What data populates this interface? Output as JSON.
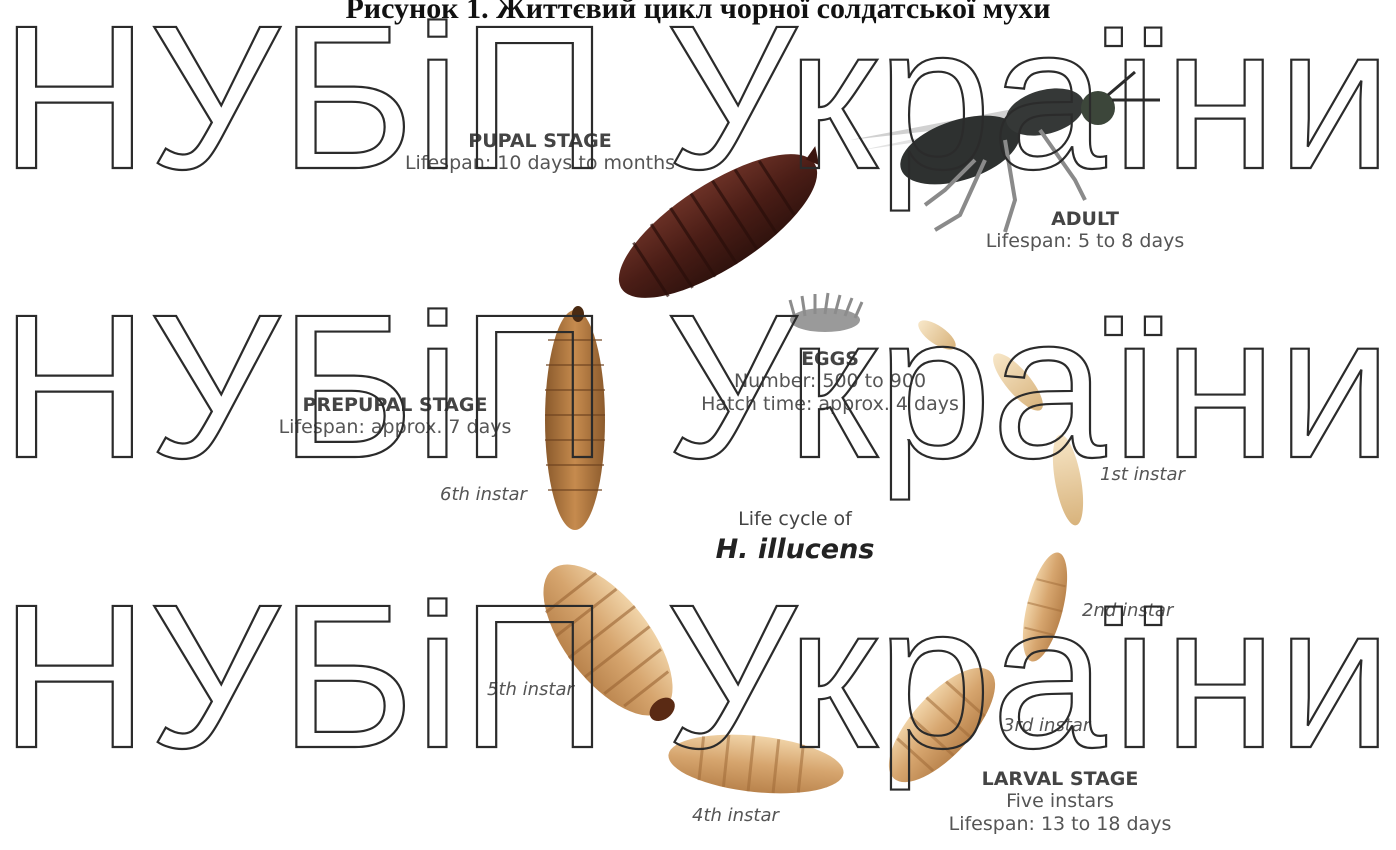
{
  "figure": {
    "title": "Рисунок 1. Життєвий цикл чорної солдатської мухи",
    "center_line1": "Life cycle of",
    "center_line2": "H. illucens"
  },
  "stages": {
    "pupal": {
      "heading": "PUPAL STAGE",
      "lifespan": "Lifespan: 10 days to months"
    },
    "adult": {
      "heading": "ADULT",
      "lifespan": "Lifespan: 5 to 8 days"
    },
    "eggs": {
      "heading": "EGGS",
      "number": "Number: 500 to 900",
      "hatch": "Hatch time: approx. 4 days"
    },
    "prepupal": {
      "heading": "PREPUPAL STAGE",
      "lifespan": "Lifespan: approx. 7 days"
    },
    "larval": {
      "heading": "LARVAL STAGE",
      "instars": "Five instars",
      "lifespan": "Lifespan: 13 to 18 days"
    }
  },
  "instars": {
    "first": "1st instar",
    "second": "2nd instar",
    "third": "3rd instar",
    "fourth": "4th instar",
    "fifth": "5th instar",
    "sixth": "6th instar"
  },
  "watermark": {
    "text": "НУБіП України"
  }
}
